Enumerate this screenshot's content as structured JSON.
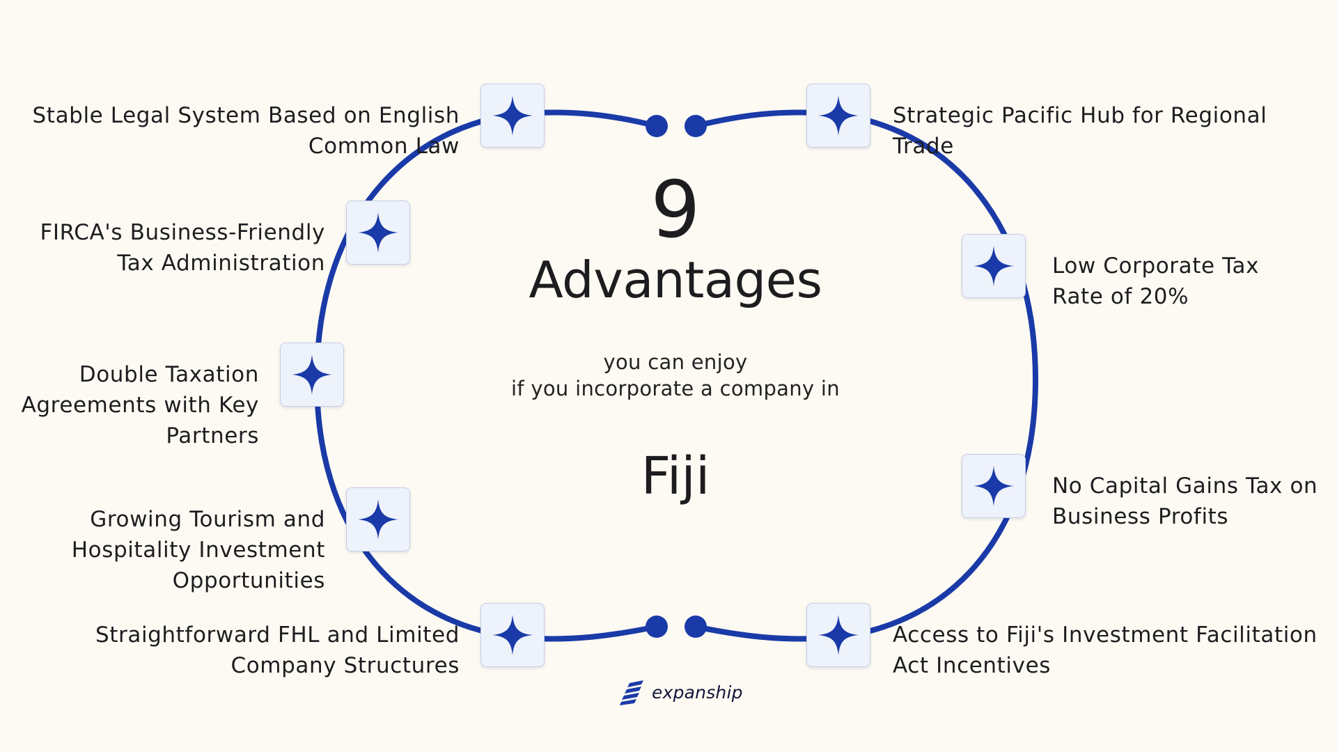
{
  "headline": {
    "count": "9",
    "title": "Advantages",
    "subtitle_line1": "you can enjoy",
    "subtitle_line2": "if you incorporate a company in",
    "country": "Fiji"
  },
  "advantages": [
    {
      "line1": "Stable Legal System Based on English",
      "line2": "Common Law"
    },
    {
      "line1": "FIRCA's Business-Friendly",
      "line2": "Tax Administration"
    },
    {
      "line1": "Double Taxation",
      "line2": "Agreements with Key",
      "line3": "Partners"
    },
    {
      "line1": "Growing Tourism and",
      "line2": "Hospitality Investment",
      "line3": "Opportunities"
    },
    {
      "line1": "Straightforward FHL and Limited",
      "line2": "Company Structures"
    },
    {
      "line1": "Strategic Pacific Hub for Regional",
      "line2": "Trade"
    },
    {
      "line1": "Low Corporate Tax",
      "line2": "Rate of 20%"
    },
    {
      "line1": "No Capital Gains Tax on",
      "line2": "Business Profits"
    },
    {
      "line1": "Access to Fiji's Investment Facilitation",
      "line2": "Act Incentives"
    }
  ],
  "brand": {
    "name": "expanship",
    "icon": "expanship-logo-icon"
  },
  "icons": {
    "node": "four-point-star-icon"
  },
  "colors": {
    "background": "#fdfaf3",
    "ring": "#1a3aa8",
    "star": "#1a3aa8",
    "node_fill": "#eef2fb",
    "text": "#1d1d1f"
  }
}
